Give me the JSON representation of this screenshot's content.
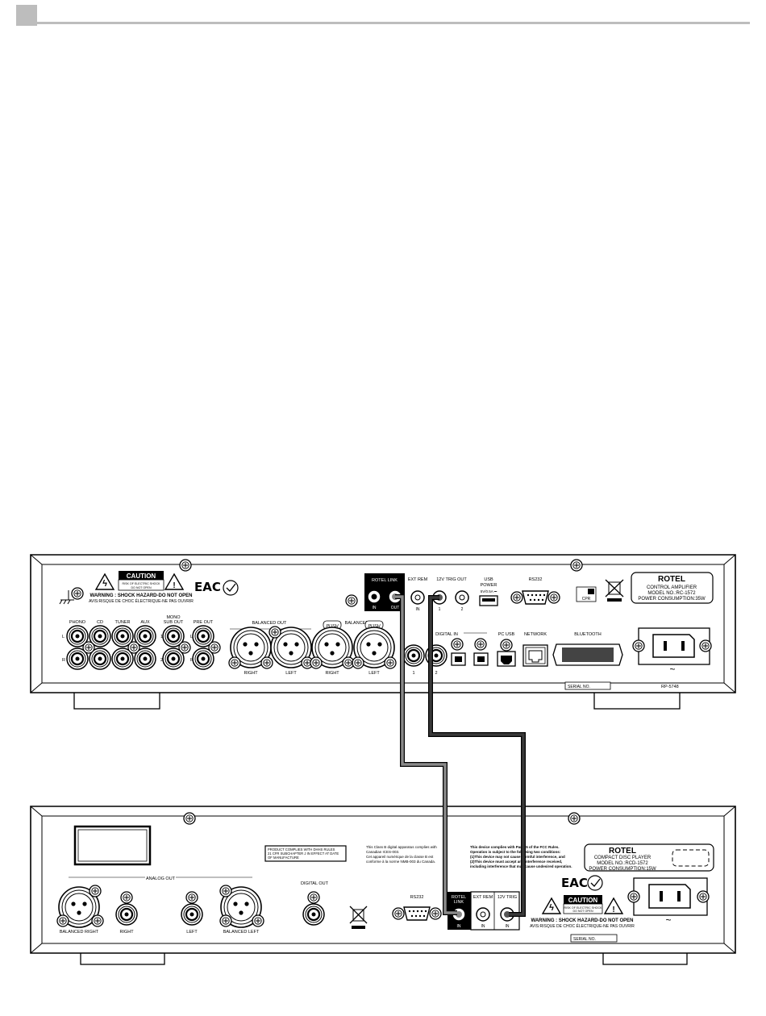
{
  "amp": {
    "caution": {
      "title": "CAUTION",
      "line1": "RISK OF ELECTRIC SHOCK",
      "line2": "DO NOT OPEN",
      "warn_en": "WARNING : SHOCK HAZARD-DO NOT OPEN",
      "warn_fr": "AVIS:RISQUE DE CHOC ÉLECTRIQUE-NE PAS OUVRIR"
    },
    "eac": "EAC",
    "rotel_link": "ROTEL LINK",
    "in": "IN",
    "out": "OUT",
    "ext_rem": "EXT REM",
    "trig_out": "12V TRIG OUT",
    "trig_1": "1",
    "trig_2": "2",
    "usb_power_1": "USB",
    "usb_power_2": "POWER",
    "usb_power_3": "5V/0.5A ⎓",
    "rs232": "RS232",
    "cert": "CPR",
    "brand": "ROTEL",
    "model_desc": "CONTROL AMPLIFIER",
    "model_no": "MODEL NO.:RC-1572",
    "power": "POWER CONSUMPTION:35W",
    "inputs": {
      "phono": "PHONO",
      "cd": "CD",
      "tuner": "TUNER",
      "aux": "AUX",
      "mono_1": "MONO",
      "mono_2": "SUB OUT",
      "pre_out": "PRE OUT",
      "l": "L",
      "r": "R",
      "one": "1",
      "two": "2"
    },
    "balanced_out": "BALANCED OUT",
    "balanced_in": "BALANCED IN",
    "push": "PUSH",
    "right": "RIGHT",
    "left": "LEFT",
    "digital_in": "DIGITAL IN",
    "dig_1": "1",
    "dig_2": "2",
    "pc_usb": "PC USB",
    "network": "NETWORK",
    "bluetooth": "BLUETOOTH",
    "serial": "SERIAL NO.",
    "rp_code": "RP-5748",
    "ac_symbol": "~"
  },
  "cd": {
    "fda": {
      "l1": "PRODUCT COMPLIES WITH DHHS RULES",
      "l2": "21 CFR SUBCHAPTER J IN EFFECT AT DATE",
      "l3": "OF MANUFACTURE"
    },
    "ices": {
      "l1": "This Class B digital apparatus complies with",
      "l2": "Canadian ICES-003.",
      "l3": "Cet appareil numérique de la classe B est",
      "l4": "conforme à la norme NMB-003 du Canada."
    },
    "fcc": {
      "l1": "This device complies with Part 15 of the FCC Rules.",
      "l2": "Operation is subject to the following two conditions:",
      "l3": "(1)This device may not cause harmful interference, and",
      "l4": "(2)This device must accept any interference received,",
      "l5": "including interference that may cause undesired operation."
    },
    "brand": "ROTEL",
    "model_desc": "COMPACT DISC PLAYER",
    "model_no": "MODEL NO.:RCD-1572",
    "power": "POWER CONSUMPTION:15W",
    "analog_out": "ANALOG OUT",
    "balanced_right": "BALANCED RIGHT",
    "right": "RIGHT",
    "left": "LEFT",
    "balanced_left": "BALANCED LEFT",
    "digital_out": "DIGITAL OUT",
    "rs232": "RS232",
    "rotel_link_1": "ROTEL",
    "rotel_link_2": "LINK",
    "in": "IN",
    "ext_rem": "EXT REM",
    "trig_in": "12V TRIG",
    "caution": {
      "title": "CAUTION",
      "line1": "RISK OF ELECTRIC SHOCK",
      "line2": "DO NOT OPEN",
      "warn_en": "WARNING : SHOCK HAZARD-DO NOT OPEN",
      "warn_fr": "AVIS:RISQUE DE CHOC ÉLECTRIQUE-NE PAS OUVRIR"
    },
    "eac": "EAC",
    "serial": "SERIAL NO.",
    "ac_symbol": "~"
  },
  "cables": {
    "rotel_link_color": "#8a8a8a",
    "trigger_color": "#3a3a3a"
  }
}
